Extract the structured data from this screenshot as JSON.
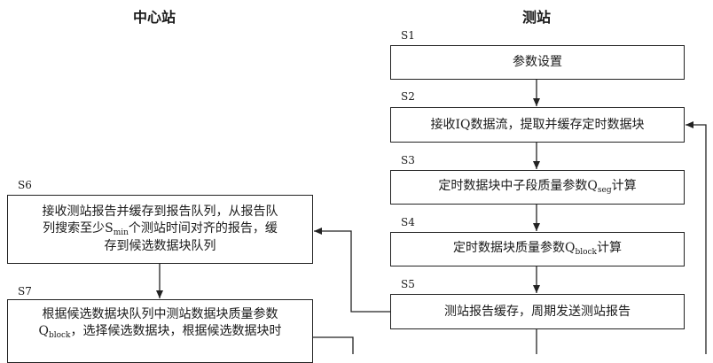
{
  "titles": {
    "center": "中心站",
    "station": "测站"
  },
  "steps": {
    "s1": {
      "label": "S1",
      "text": "参数设置"
    },
    "s2": {
      "label": "S2",
      "text": "接收IQ数据流，提取并缓存定时数据块"
    },
    "s3": {
      "label": "S3",
      "pre": "定时数据块中子段质量参数Q",
      "sub": "seg",
      "post": "计算"
    },
    "s4": {
      "label": "S4",
      "pre": "定时数据块质量参数Q",
      "sub": "block",
      "post": "计算"
    },
    "s5": {
      "label": "S5",
      "text": "测站报告缓存，周期发送测站报告"
    },
    "s6": {
      "label": "S6",
      "line1": "接收测站报告并缓存到报告队列，从报告队",
      "line2_pre": "列搜索至少S",
      "line2_sub": "min",
      "line2_post": "个测站时间对齐的报告，缓",
      "line3": "存到候选数据块队列"
    },
    "s7": {
      "label": "S7",
      "line1": "根据候选数据块队列中测站数据块质量参数",
      "line2_pre": "Q",
      "line2_sub": "block",
      "line2_post": "，选择候选数据块，根据候选数据块时"
    }
  }
}
